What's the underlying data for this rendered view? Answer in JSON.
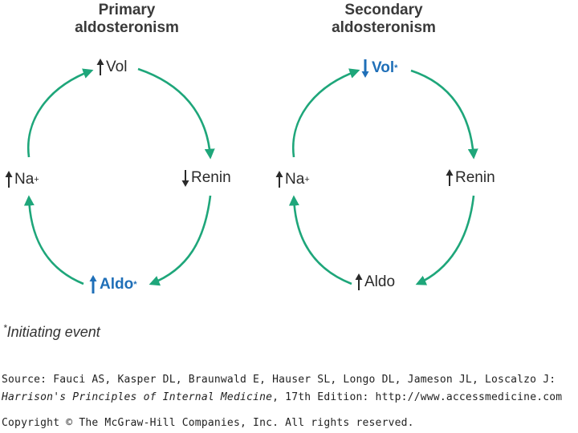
{
  "diagrams": [
    {
      "title_line1": "Primary",
      "title_line2": "aldosteronism",
      "nodes": {
        "top": {
          "label": "Vol",
          "arrow": "up",
          "mark": "",
          "highlight": false
        },
        "right": {
          "label": "Renin",
          "arrow": "down",
          "mark": "",
          "highlight": false
        },
        "bottom": {
          "label": "Aldo",
          "arrow": "up",
          "mark": "*",
          "highlight": true
        },
        "left": {
          "label": "Na",
          "arrow": "up",
          "mark": "+",
          "highlight": false
        }
      }
    },
    {
      "title_line1": "Secondary",
      "title_line2": "aldosteronism",
      "nodes": {
        "top": {
          "label": "Vol",
          "arrow": "down",
          "mark": "*",
          "highlight": true
        },
        "right": {
          "label": "Renin",
          "arrow": "up",
          "mark": "",
          "highlight": false
        },
        "bottom": {
          "label": "Aldo",
          "arrow": "up",
          "mark": "",
          "highlight": false
        },
        "left": {
          "label": "Na",
          "arrow": "up",
          "mark": "+",
          "highlight": false
        }
      }
    }
  ],
  "footnote": {
    "mark": "*",
    "text": "Initiating event"
  },
  "source_line1": "Source: Fauci AS, Kasper DL, Braunwald E, Hauser SL, Longo DL, Jameson JL, Loscalzo J:",
  "source_book": "Harrison's Principles of Internal Medicine",
  "source_line2_rest": ", 17th Edition: http://www.accessmedicine.com",
  "copyright": "Copyright © The McGraw-Hill Companies, Inc. All rights reserved.",
  "colors": {
    "cycle_arrow": "#1ea67a",
    "highlight": "#1f6fb8",
    "text": "#2a2a2a"
  }
}
